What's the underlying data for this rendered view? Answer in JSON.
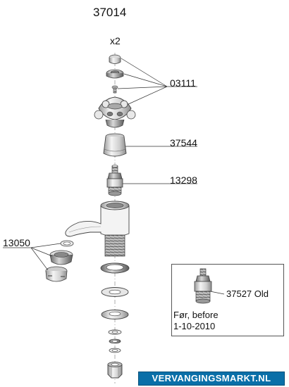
{
  "title": "37014",
  "quantity_label": "x2",
  "parts": {
    "handle_set": "03111",
    "cover": "37544",
    "cartridge": "13298",
    "aerator": "13050"
  },
  "inset": {
    "part_number": "37527 Old",
    "note_line1": "Før, before",
    "note_line2": "1-10-2010"
  },
  "brand": "VERVANGINGSMARKT.NL",
  "colors": {
    "stroke": "#444444",
    "part_fill": "#f2f2f2",
    "part_shade": "#c8c8c8",
    "brand_bg": "#0a6fa8"
  }
}
